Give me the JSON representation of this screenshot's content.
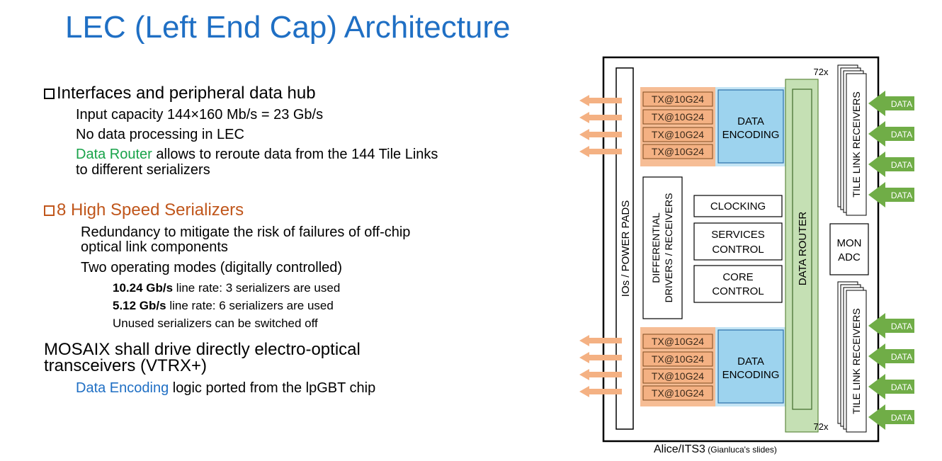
{
  "title": "LEC (Left End Cap) Architecture",
  "bullets": {
    "interfaces": {
      "heading": "Interfaces and peripheral data hub",
      "line1": "Input capacity 144×160 Mb/s = 23 Gb/s",
      "line2": "No data processing in LEC",
      "router_term": "Data Router",
      "router_rest": " allows to reroute data from the 144 Tile Links",
      "router_line2": "to different serializers"
    },
    "serializers": {
      "heading": "8 High Speed Serializers",
      "line1": "Redundancy to mitigate the risk of failures of off-chip",
      "line2": "optical link components",
      "line3": "Two operating modes (digitally controlled)",
      "mode1_rate": "10.24 Gb/s",
      "mode1_rest": " line rate: 3 serializers are used",
      "mode2_rate": "5.12 Gb/s",
      "mode2_rest": " line rate: 6 serializers are used",
      "unused": "Unused serializers can be switched off"
    },
    "mosaix": {
      "line1": "MOSAIX shall drive directly electro-optical",
      "line2": "transceivers (VTRX+)",
      "encoding_term": "Data Encoding",
      "encoding_rest": " logic ported from the lpGBT chip"
    }
  },
  "diagram": {
    "io_pads": "IOs / POWER PADS",
    "diff_line1": "DIFFERENTIAL",
    "diff_line2": "DRIVERS / RECEIVERS",
    "clocking": "CLOCKING",
    "services_line1": "SERVICES",
    "services_line2": "CONTROL",
    "core_line1": "CORE",
    "core_line2": "CONTROL",
    "data_router": "DATA ROUTER",
    "encoding_line1": "DATA",
    "encoding_line2": "ENCODING",
    "tx_label": "TX@10G24",
    "mon_line1": "MON",
    "mon_line2": "ADC",
    "tile_receivers": "TILE LINK RECEIVERS",
    "multiplier": "72x",
    "data_label": "DATA",
    "colors": {
      "tx_fill": "#f4b183",
      "encoding_fill": "#9dd3ee",
      "router_fill": "#c5e0b4",
      "data_arrow": "#70ad47",
      "out_arrow": "#f4b183",
      "title_blue": "#1f6fc4"
    }
  },
  "caption": {
    "main": "Alice/ITS3",
    "note": " (Gianluca's slides)"
  }
}
